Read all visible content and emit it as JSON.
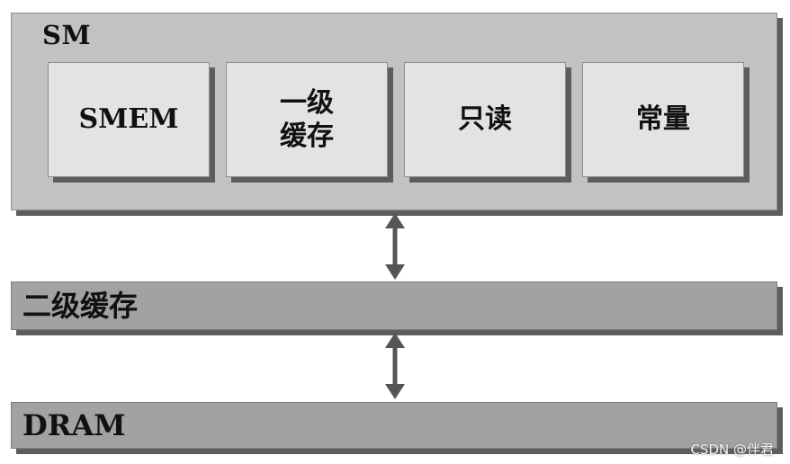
{
  "sm": {
    "label": "SM",
    "units": [
      {
        "name": "smem",
        "label": "SMEM"
      },
      {
        "name": "l1-cache",
        "label": "一级缓存"
      },
      {
        "name": "read-only",
        "label": "只读"
      },
      {
        "name": "constant",
        "label": "常量"
      }
    ]
  },
  "l2": {
    "label": "二级缓存"
  },
  "dram": {
    "label": "DRAM"
  },
  "connections": [
    {
      "from": "SM",
      "to": "二级缓存",
      "direction": "bidirectional"
    },
    {
      "from": "二级缓存",
      "to": "DRAM",
      "direction": "bidirectional"
    }
  ],
  "colors": {
    "sm_fill": "#c2c2c2",
    "unit_fill": "#e3e3e3",
    "bar_fill": "#a2a2a2",
    "shadow": "#5d5d5d",
    "arrow": "#555555"
  },
  "watermark": "CSDN @伴君"
}
